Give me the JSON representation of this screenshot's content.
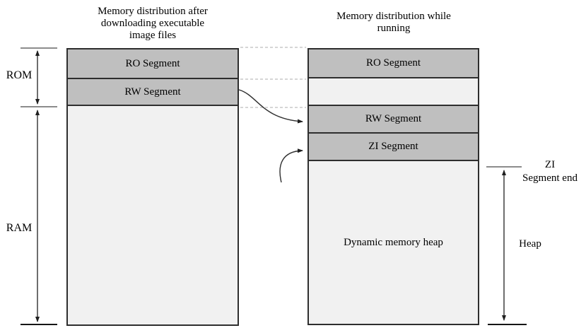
{
  "left_column": {
    "title_lines": [
      "Memory distribution after",
      "downloading executable",
      "image files"
    ],
    "segments": {
      "ro": "RO Segment",
      "rw": "RW Segment"
    }
  },
  "right_column": {
    "title_lines": [
      "Memory distribution while",
      "running"
    ],
    "segments": {
      "ro": "RO Segment",
      "rw": "RW Segment",
      "zi": "ZI Segment",
      "heap": "Dynamic memory heap"
    }
  },
  "annotations": {
    "rom": "ROM",
    "ram": "RAM",
    "zi_end_lines": [
      "ZI",
      "Segment end"
    ],
    "heap": "Heap"
  },
  "colors": {
    "segment_fill": "#bfbfbf",
    "empty_fill": "#f1f1f1",
    "box_border": "#2e2e2e",
    "dashed_connector": "#bdbdbd",
    "arrow_stroke": "#1f1f1f",
    "tick_gray": "#8c8c8c"
  }
}
